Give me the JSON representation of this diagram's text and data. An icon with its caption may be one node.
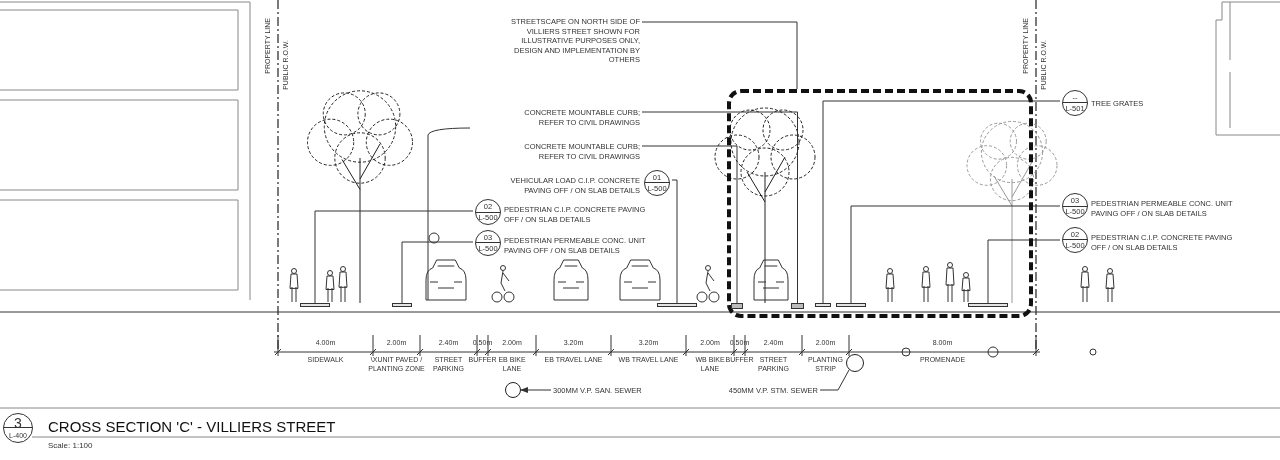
{
  "diagram": {
    "title": "CROSS SECTION 'C' - VILLIERS STREET",
    "nodes": [
      {
        "text": [
          "STREETSCAPE ON NORTH SIDE OF VILLIERS STREET SHOWN FOR ILLUSTRATIVE PURPOSES ONLY, DESIGN AND IMPLEMENTATION BY OTHERS"
        ]
      },
      {
        "text": [],
        "shape": "box"
      },
      {
        "text": [
          "CONCRETE MOUNTABLE CURB; REFER TO CIVIL DRAWINGS"
        ]
      },
      {
        "text": [
          "CONCRETE MOUNTABLE CURB; REFER TO CIVIL DRAWINGS"
        ]
      },
      {
        "text": [
          "01",
          "L-500"
        ],
        "beside": [
          "VEHICULAR LOAD C.I.P. CONCRETE PAVING OFF / ON SLAB DETAILS"
        ]
      },
      {
        "text": [
          "02",
          "L-500"
        ],
        "beside": [
          "PEDESTRIAN C.I.P. CONCRETE PAVING OFF / ON SLAB DETAILS"
        ]
      },
      {
        "text": [
          "03",
          "L-500"
        ],
        "beside": [
          "PEDESTRIAN PERMEABLE CONC. UNIT PAVING OFF / ON SLAB DETAILS"
        ]
      },
      {
        "text": [
          "--",
          "L-501"
        ],
        "beside": [
          "TREE GRATES"
        ]
      },
      {
        "text": [
          "03",
          "L-500"
        ],
        "beside": [
          "PEDESTRIAN PERMEABLE CONC. UNIT PAVING OFF / ON SLAB DETAILS"
        ]
      },
      {
        "text": [
          "02",
          "L-500"
        ],
        "beside": [
          "PEDESTRIAN C.I.P. CONCRETE PAVING OFF / ON SLAB DETAILS"
        ]
      },
      {
        "text": [
          "300MM V.P. SAN. SEWER"
        ]
      },
      {
        "text": [],
        "shape": "circle"
      },
      {
        "text": [
          "450MM V.P. STM. SEWER"
        ]
      },
      {
        "text": [],
        "shape": "circle"
      },
      {
        "text": [
          "3",
          "L-400"
        ]
      },
      {
        "text": [],
        "shape": "box",
        "in": 1
      },
      {
        "text": [],
        "shape": "box",
        "in": 1
      },
      {
        "text": [],
        "shape": "bar",
        "in": 1
      },
      {
        "text": [],
        "shape": "bar",
        "in": 1
      },
      {
        "text": [],
        "shape": "bar",
        "in": 1
      },
      {
        "text": [],
        "shape": "bar"
      },
      {
        "text": [],
        "shape": "bar"
      },
      {
        "text": [],
        "shape": "bar"
      }
    ],
    "edges": [
      {
        "from": 0,
        "to": 1,
        "arrow": "none"
      },
      {
        "from": 2,
        "to": 16,
        "arrow": "none"
      },
      {
        "from": 3,
        "to": 15,
        "arrow": "none"
      },
      {
        "from": 4,
        "to": 22,
        "arrow": "none"
      },
      {
        "from": 5,
        "to": 20,
        "arrow": "none"
      },
      {
        "from": 6,
        "to": 21,
        "arrow": "none"
      },
      {
        "from": 7,
        "to": 17,
        "arrow": "none"
      },
      {
        "from": 8,
        "to": 18,
        "arrow": "none"
      },
      {
        "from": 9,
        "to": 19,
        "arrow": "none"
      },
      {
        "from": 10,
        "to": 11,
        "arrow": "to"
      },
      {
        "from": 12,
        "to": 13,
        "arrow": "none"
      }
    ],
    "labels": [
      "PROPERTY LINE",
      "PUBLIC R.O.W.",
      "PROPERTY LINE",
      "PUBLIC R.O.W.",
      "4.00m",
      "SIDEWALK",
      "2.00m",
      "\\XUNIT PAVED / PLANTING ZONE",
      "2.40m",
      "STREET PARKING",
      "0.50m",
      "BUFFER",
      "2.00m",
      "EB BIKE LANE",
      "3.20m",
      "EB TRAVEL LANE",
      "3.20m",
      "WB TRAVEL LANE",
      "2.00m",
      "WB BIKE LANE",
      "0.50m",
      "BUFFER",
      "2.40m",
      "STREET PARKING",
      "2.00m",
      "PLANTING STRIP",
      "8.00m",
      "PROMENADE",
      "Scale: 1:100"
    ]
  }
}
